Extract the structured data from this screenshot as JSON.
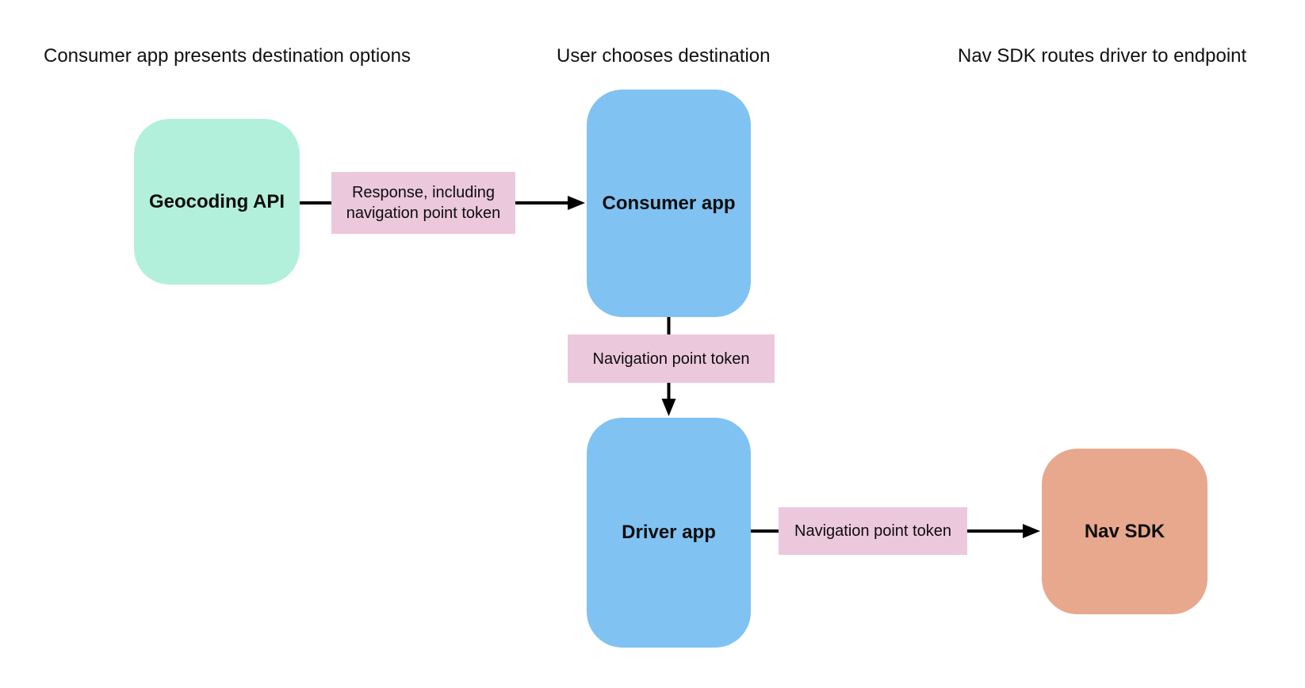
{
  "diagram": {
    "type": "flow-diagram",
    "background_color": "#ffffff",
    "arrow_color": "#000000",
    "edge_label_background": "#ecc8dd",
    "headers": [
      {
        "label": "Consumer app presents destination options"
      },
      {
        "label": "User chooses destination"
      },
      {
        "label": "Nav SDK routes driver to endpoint"
      }
    ],
    "nodes": [
      {
        "id": "geocoding-api",
        "label": "Geocoding API",
        "color": "#b3f0db"
      },
      {
        "id": "consumer-app",
        "label": "Consumer app",
        "color": "#80c2f2"
      },
      {
        "id": "driver-app",
        "label": "Driver app",
        "color": "#80c2f2"
      },
      {
        "id": "nav-sdk",
        "label": "Nav SDK",
        "color": "#e8a88e"
      }
    ],
    "edges": [
      {
        "from": "geocoding-api",
        "to": "consumer-app",
        "label": "Response, including navigation point token",
        "direction": "right"
      },
      {
        "from": "consumer-app",
        "to": "driver-app",
        "label": "Navigation point token",
        "direction": "down"
      },
      {
        "from": "driver-app",
        "to": "nav-sdk",
        "label": "Navigation point token",
        "direction": "right"
      }
    ]
  }
}
